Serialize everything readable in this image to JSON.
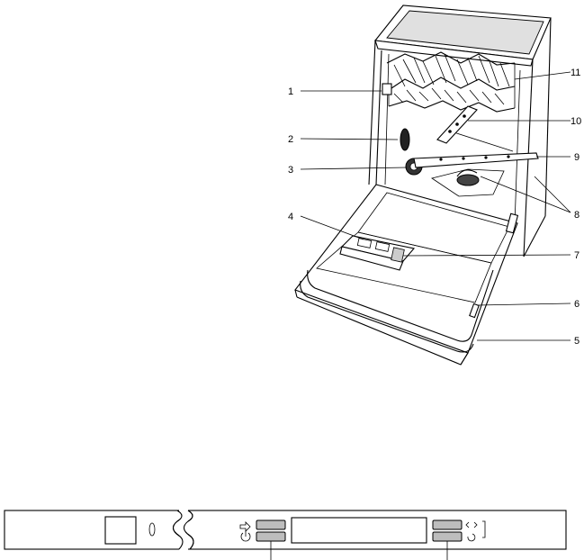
{
  "callouts": [
    {
      "id": "1",
      "label": "1"
    },
    {
      "id": "2",
      "label": "2"
    },
    {
      "id": "3",
      "label": "3"
    },
    {
      "id": "4",
      "label": "4"
    },
    {
      "id": "5",
      "label": "5"
    },
    {
      "id": "6",
      "label": "6"
    },
    {
      "id": "7",
      "label": "7"
    },
    {
      "id": "8",
      "label": "8"
    },
    {
      "id": "9",
      "label": "9"
    },
    {
      "id": "10",
      "label": "10"
    },
    {
      "id": "11",
      "label": "11"
    }
  ],
  "control_panel": {
    "buttons": [
      "button-left-upper",
      "button-left-lower",
      "button-right-upper",
      "button-right-lower"
    ],
    "icons": [
      "power-icon",
      "program-start-icon",
      "indicator-icon",
      "program-select-icon"
    ]
  }
}
